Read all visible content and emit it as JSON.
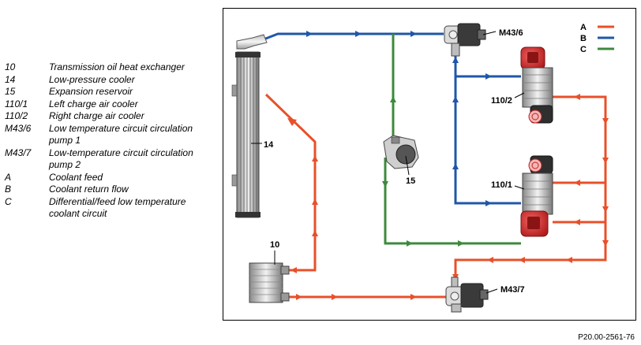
{
  "legend": [
    {
      "code": "10",
      "desc": "Transmission oil heat exchanger"
    },
    {
      "code": "14",
      "desc": "Low-pressure cooler"
    },
    {
      "code": "15",
      "desc": "Expansion reservoir"
    },
    {
      "code": "110/1",
      "desc": "Left charge air cooler"
    },
    {
      "code": "110/2",
      "desc": "Right charge air cooler"
    },
    {
      "code": "M43/6",
      "desc": "Low temperature circuit circulation pump 1"
    },
    {
      "code": "M43/7",
      "desc": "Low-temperature circuit circulation pump 2"
    },
    {
      "code": "A",
      "desc": "Coolant feed"
    },
    {
      "code": "B",
      "desc": "Coolant return flow"
    },
    {
      "code": "C",
      "desc": "Differential/feed low temperature coolant circuit"
    }
  ],
  "diagram": {
    "labels": {
      "m43_6": "M43/6",
      "m43_7": "M43/7",
      "c110_2": "110/2",
      "c110_1": "110/1",
      "c14": "14",
      "c15": "15",
      "c10": "10"
    },
    "key": [
      {
        "letter": "A",
        "color": "#e8502a"
      },
      {
        "letter": "B",
        "color": "#1f57a8"
      },
      {
        "letter": "C",
        "color": "#3c8a3c"
      }
    ]
  },
  "reference": "P20.00-2561-76"
}
